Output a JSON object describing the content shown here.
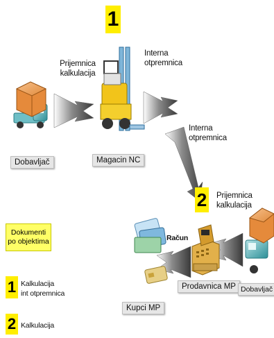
{
  "nodes": {
    "supplier_left": "Dobavljač",
    "warehouse": "Magacin NC",
    "store": "Prodavnica MP",
    "supplier_right": "Dobavljač",
    "customers": "Kupci MP"
  },
  "arrows": {
    "a1": "Prijemnica\nkalkulacija",
    "a2": "Interna\notpremnica",
    "a3": "Interna\notpremnica",
    "a4": "Prijemnica\nkalkulacija",
    "a5": "Račun"
  },
  "badges": {
    "warehouse": "1",
    "store": "2"
  },
  "legend": {
    "title": "Dokumenti\npo objektima",
    "items": [
      {
        "number": "1",
        "text": "Kalkulacija\nint otpremnica"
      },
      {
        "number": "2",
        "text": "Kalkulacija"
      }
    ]
  },
  "colors": {
    "badge": "#ffee00",
    "legend_title_bg": "#ffff66",
    "arrow": "#555555"
  }
}
